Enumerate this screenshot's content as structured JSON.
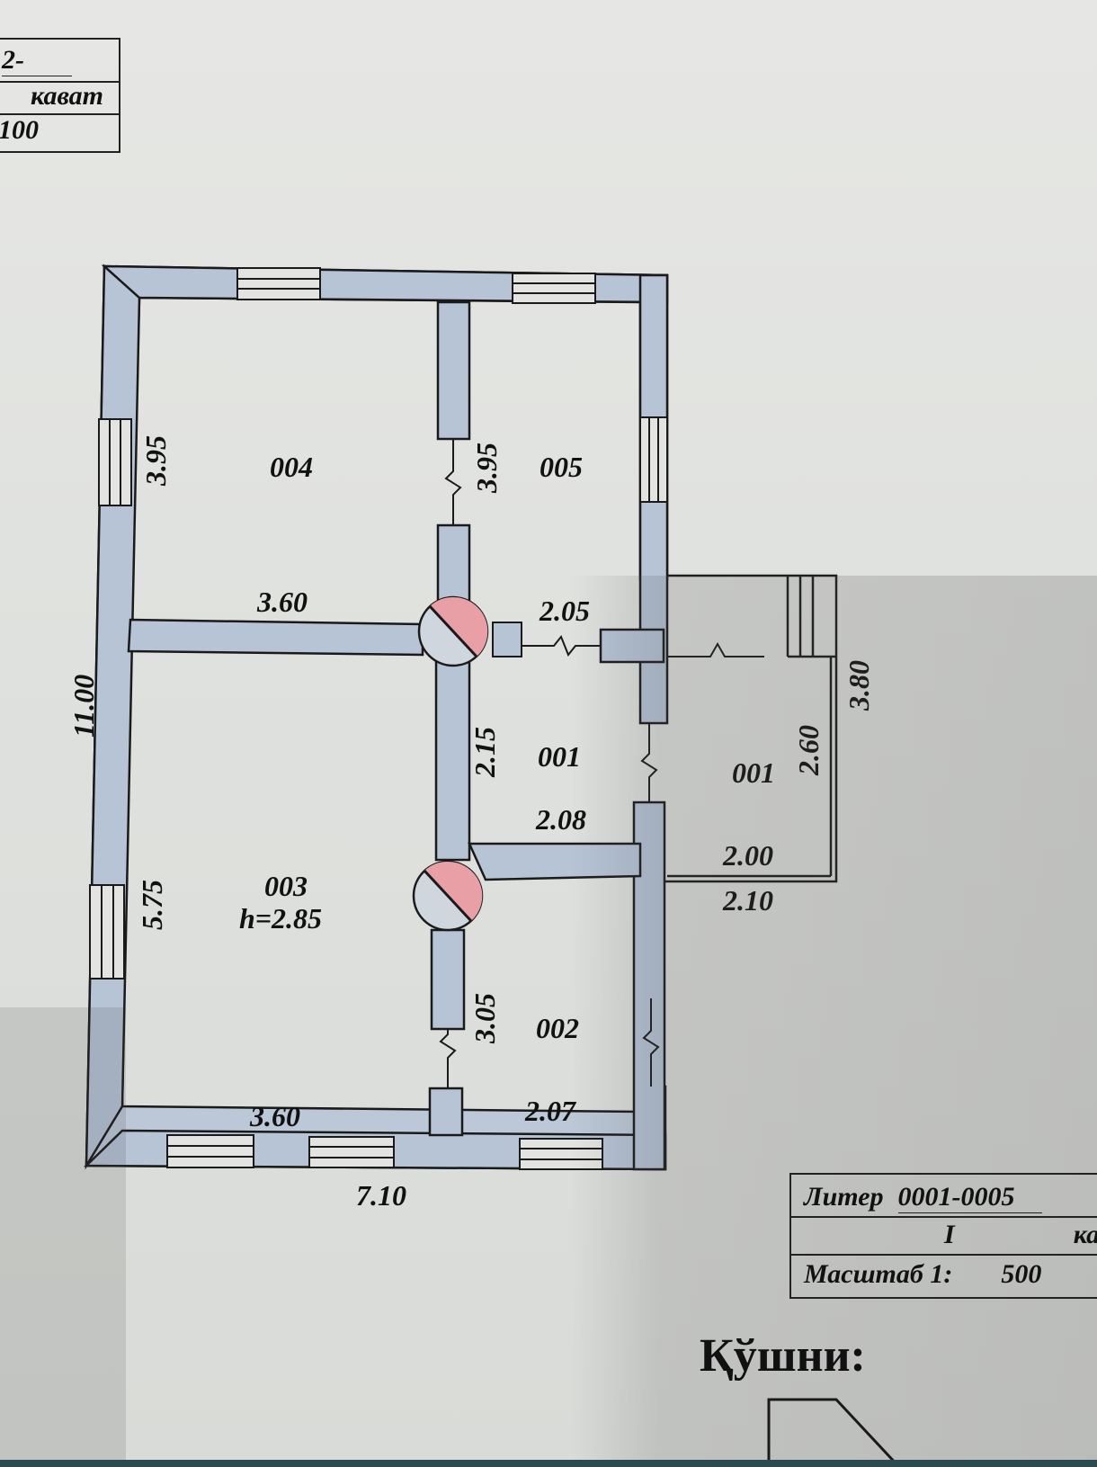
{
  "top_stamp": {
    "line1": "2-",
    "line2": "кават",
    "line3": "100"
  },
  "bottom_stamp": {
    "liter_label": "Литер",
    "liter_value": "0001-0005",
    "floor_value": "I",
    "floor_suffix": "ка",
    "scale_label": "Масштаб 1:",
    "scale_value": "500"
  },
  "neighbor_label": "Қўшни:",
  "rooms": [
    {
      "id": "004",
      "name": "004"
    },
    {
      "id": "005",
      "name": "005"
    },
    {
      "id": "003",
      "name": "003",
      "height": "h=2.85"
    },
    {
      "id": "001a",
      "name": "001"
    },
    {
      "id": "001b",
      "name": "001"
    },
    {
      "id": "002",
      "name": "002"
    }
  ],
  "dimensions": {
    "total_width": "7.10",
    "total_height": "11.00",
    "room004_height": "3.95",
    "room004_width": "3.60",
    "room005_height": "3.95",
    "room005_width": "2.05",
    "room003_height": "5.75",
    "room003_width": "3.60",
    "room001_height": "2.15",
    "room001_width": "2.08",
    "room002_height": "3.05",
    "room002_width": "2.07",
    "porch_inner_width": "2.00",
    "porch_outer_width": "2.10",
    "porch_inner_height": "2.60",
    "porch_outer_height": "3.80"
  },
  "colors": {
    "wall_fill": "#b6c4d6",
    "wall_stroke": "#1a1a1a",
    "stove_fill": "#e8a0a6",
    "paper": "#e3e4e1"
  }
}
